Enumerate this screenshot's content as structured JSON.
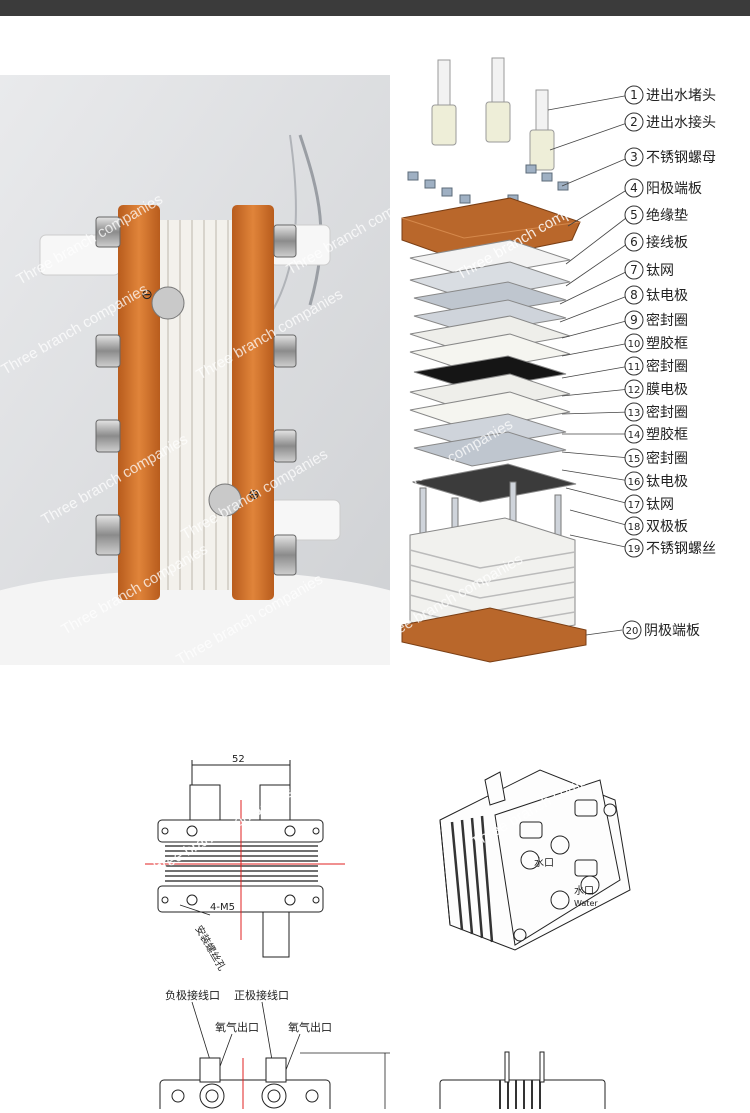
{
  "watermark": "Three branch companies",
  "photo": {
    "polarity_neg": "⊖",
    "polarity_pos": "⊕"
  },
  "parts": [
    {
      "num": "1",
      "label": "进出水堵头"
    },
    {
      "num": "2",
      "label": "进出水接头"
    },
    {
      "num": "3",
      "label": "不锈钢螺母"
    },
    {
      "num": "4",
      "label": "阳极端板"
    },
    {
      "num": "5",
      "label": "绝缘垫"
    },
    {
      "num": "6",
      "label": "接线板"
    },
    {
      "num": "7",
      "label": "钛网"
    },
    {
      "num": "8",
      "label": "钛电极"
    },
    {
      "num": "9",
      "label": "密封圈"
    },
    {
      "num": "10",
      "label": "塑胶框"
    },
    {
      "num": "11",
      "label": "密封圈"
    },
    {
      "num": "12",
      "label": "膜电极"
    },
    {
      "num": "13",
      "label": "密封圈"
    },
    {
      "num": "14",
      "label": "塑胶框"
    },
    {
      "num": "15",
      "label": "密封圈"
    },
    {
      "num": "16",
      "label": "钛电极"
    },
    {
      "num": "17",
      "label": "钛网"
    },
    {
      "num": "18",
      "label": "双极板"
    },
    {
      "num": "19",
      "label": "不锈钢螺丝"
    },
    {
      "num": "20",
      "label": "阴极端板"
    }
  ],
  "drawing": {
    "dimension_top": "52",
    "hole_note": "4-M5",
    "hole_note_cn": "安装螺丝孔",
    "neg_terminal": "负极接线口",
    "pos_terminal": "正极接线口",
    "oxygen_outlet_1": "氧气出口",
    "oxygen_outlet_2": "氧气出口",
    "water_port_1": "水口",
    "water_port_2": "水口",
    "water_port_en": "Water"
  },
  "colors": {
    "topbar": "#3b3b3b",
    "endplate": "#d0742a",
    "endplate_dark": "#a8561a",
    "plate_white": "#f3f1ec"
  }
}
